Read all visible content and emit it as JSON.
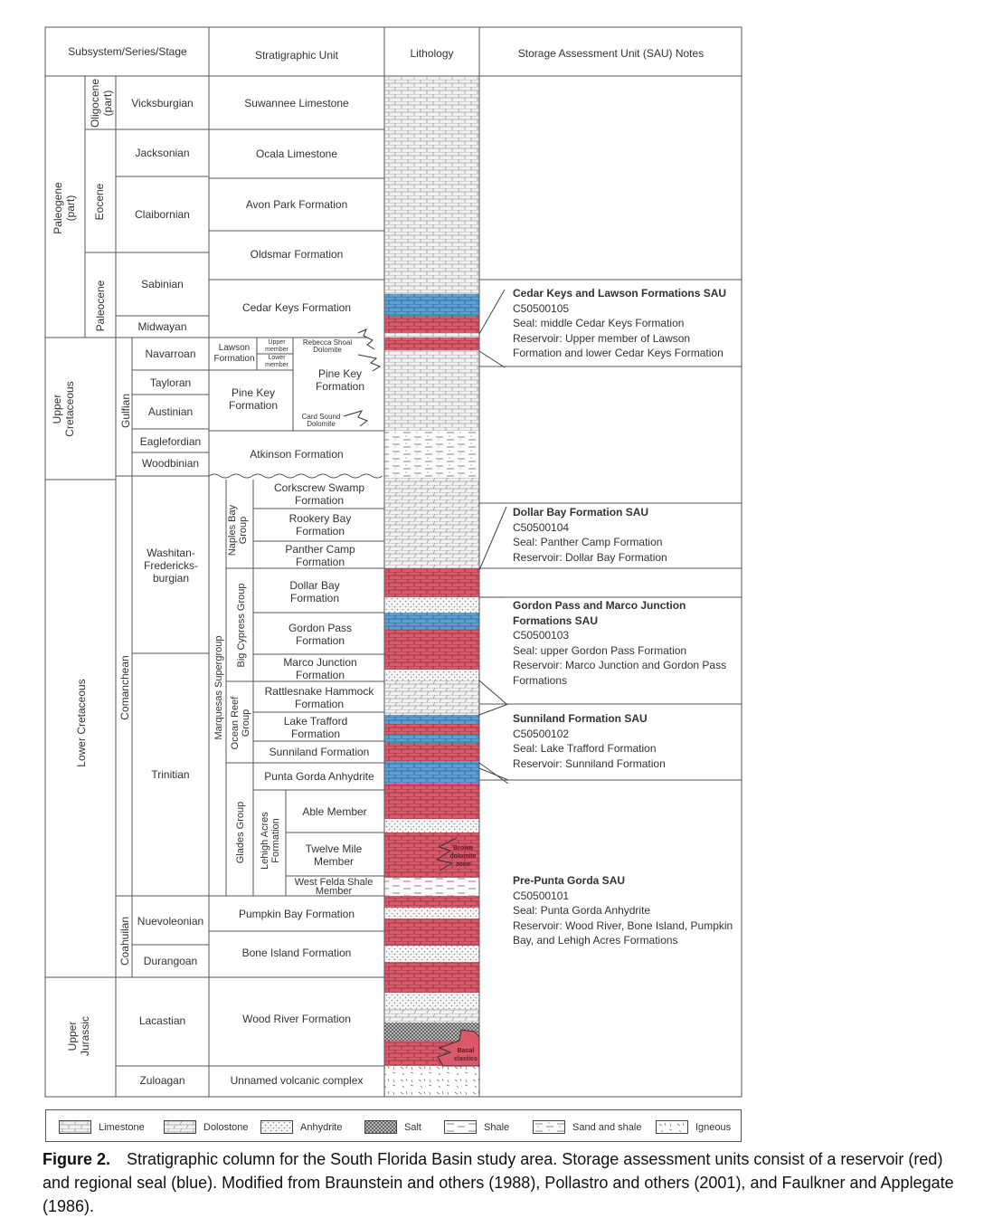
{
  "headers": {
    "col1": "Subsystem/Series/Stage",
    "col2": "Stratigraphic Unit",
    "col3": "Lithology",
    "col4": "Storage Assessment Unit (SAU) Notes"
  },
  "system": {
    "paleogene": "Paleogene (part)",
    "upper_cretaceous": "Upper Cretaceous",
    "lower_cretaceous": "Lower Cretaceous",
    "upper_jurassic": "Upper Jurassic"
  },
  "series": {
    "oligocene": "Oligocene (part)",
    "eocene": "Eocene",
    "paleocene": "Paleocene",
    "gulfian": "Gulfian",
    "comanchean": "Comanchean",
    "coahuilan": "Coahuilan"
  },
  "stages": {
    "vicksburgian": "Vicksburgian",
    "jacksonian": "Jacksonian",
    "claibornian": "Claibornian",
    "sabinian": "Sabinian",
    "midwayan": "Midwayan",
    "navarroan": "Navarroan",
    "tayloran": "Tayloran",
    "austinian": "Austinian",
    "eaglefordian": "Eaglefordian",
    "woodbinian": "Woodbinian",
    "washitan": "Washitan-Fredericks-burgian",
    "trinitian": "Trinitian",
    "nuevoleonian": "Nuevoleonian",
    "durangoan": "Durangoan",
    "lacastian": "Lacastian",
    "zuloagan": "Zuloagan"
  },
  "units": {
    "suwannee": "Suwannee Limestone",
    "ocala": "Ocala Limestone",
    "avon_park": "Avon Park Formation",
    "oldsmar": "Oldsmar Formation",
    "cedar_keys": "Cedar Keys Formation",
    "lawson": "Lawson Formation",
    "upper_member": "Upper member",
    "lower_member": "Lower member",
    "rebecca_shoal": "Rebecca Shoal Dolomite",
    "pine_key_left": "Pine Key Formation",
    "pine_key_right": "Pine Key Formation",
    "card_sound": "Card Sound Dolomite",
    "atkinson": "Atkinson Formation",
    "naples_bay": "Naples Bay Group",
    "marquesas": "Marquesas Supergroup",
    "big_cypress": "Big Cypress Group",
    "ocean_reef": "Ocean Reef Group",
    "glades": "Glades Group",
    "lehigh_acres": "Lehigh Acres Formation",
    "corkscrew": "Corkscrew Swamp Formation",
    "rookery": "Rookery Bay Formation",
    "panther_camp": "Panther Camp Formation",
    "dollar_bay": "Dollar Bay Formation",
    "gordon_pass": "Gordon Pass Formation",
    "marco_junction": "Marco Junction Formation",
    "rattlesnake": "Rattlesnake Hammock Formation",
    "lake_trafford": "Lake Trafford Formation",
    "sunniland": "Sunniland Formation",
    "punta_gorda": "Punta Gorda Anhydrite",
    "able": "Able Member",
    "twelve_mile": "Twelve Mile Member",
    "west_felda": "West Felda Shale Member",
    "pumpkin_bay": "Pumpkin Bay Formation",
    "bone_island": "Bone Island Formation",
    "wood_river": "Wood River Formation",
    "volcanic": "Unnamed volcanic complex"
  },
  "lithology_labels": {
    "brown_dolomite": "Brown dolomite zone",
    "basal_clastics": "Basal clastics"
  },
  "sau_notes": [
    {
      "title": "Cedar Keys and Lawson Formations SAU",
      "code": "C50500105",
      "seal": "Seal: middle Cedar Keys Formation",
      "reservoir": "Reservoir: Upper member of Lawson Formation and lower Cedar Keys Formation"
    },
    {
      "title": "Dollar Bay Formation SAU",
      "code": "C50500104",
      "seal": "Seal: Panther Camp Formation",
      "reservoir": "Reservoir: Dollar Bay Formation"
    },
    {
      "title": "Gordon Pass and Marco Junction Formations SAU",
      "code": "C50500103",
      "seal": "Seal: upper Gordon Pass Formation",
      "reservoir": "Reservoir: Marco Junction and Gordon Pass Formations"
    },
    {
      "title": "Sunniland Formation SAU",
      "code": "C50500102",
      "seal": "Seal: Lake Trafford Formation",
      "reservoir": "Reservoir: Sunniland Formation"
    },
    {
      "title": "Pre-Punta Gorda SAU",
      "code": "C50500101",
      "seal": "Seal:  Punta Gorda Anhydrite",
      "reservoir": "Reservoir:  Wood River, Bone Island, Pumpkin Bay, and Lehigh Acres Formations"
    }
  ],
  "legend": {
    "limestone": "Limestone",
    "dolostone": "Dolostone",
    "anhydrite": "Anhydrite",
    "salt": "Salt",
    "shale": "Shale",
    "sand_shale": "Sand and shale",
    "igneous": "Igneous"
  },
  "colors": {
    "reservoir": "#d9596b",
    "seal": "#5b9fd3",
    "grid": "#555555"
  },
  "caption": {
    "label": "Figure 2.",
    "text": "Stratigraphic column for the South Florida Basin study area. Storage assessment units consist of a reservoir (red) and regional seal (blue). Modified from Braunstein and others (1988), Pollastro and others (2001), and Faulkner and Applegate (1986)."
  }
}
